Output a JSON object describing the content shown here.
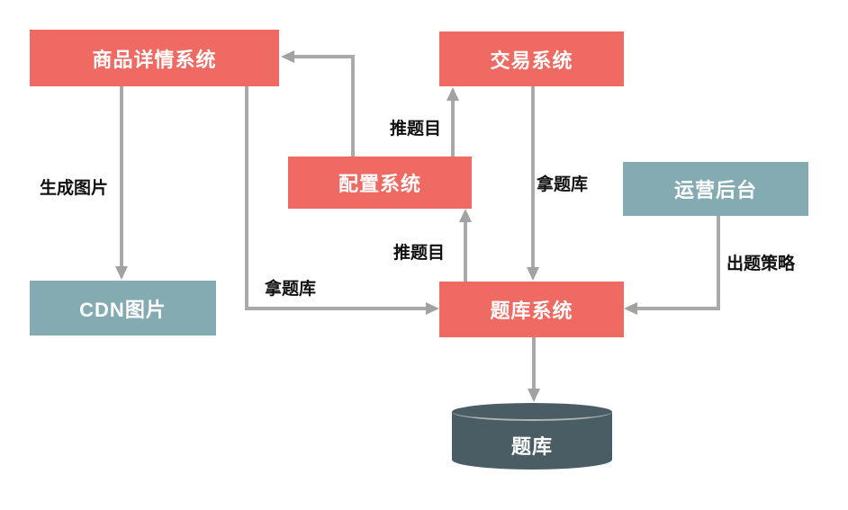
{
  "diagram": {
    "nodes": [
      {
        "id": "product-detail-system",
        "label": "商品详情系统",
        "color": "#ee6a62"
      },
      {
        "id": "trade-system",
        "label": "交易系统",
        "color": "#ee6a62"
      },
      {
        "id": "config-system",
        "label": "配置系统",
        "color": "#ee6a62"
      },
      {
        "id": "operations-admin",
        "label": "运营后台",
        "color": "#84abb2"
      },
      {
        "id": "cdn-images",
        "label": "CDN图片",
        "color": "#84abb2"
      },
      {
        "id": "question-bank-system",
        "label": "题库系统",
        "color": "#ee6a62"
      },
      {
        "id": "question-bank-db",
        "label": "题库",
        "color": "#4a5c64",
        "shape": "cylinder"
      }
    ],
    "edges": [
      {
        "from": "商品详情系统",
        "to": "CDN图片",
        "label": "生成图片"
      },
      {
        "from": "配置系统",
        "to": "商品详情系统",
        "label": ""
      },
      {
        "from": "配置系统",
        "to": "交易系统",
        "label": "推题目"
      },
      {
        "from": "交易系统",
        "to": "题库系统",
        "label": "拿题库"
      },
      {
        "from": "题库系统",
        "to": "配置系统",
        "label": "推题目"
      },
      {
        "from": "商品详情系统",
        "to": "题库系统",
        "label": "拿题库"
      },
      {
        "from": "运营后台",
        "to": "题库系统",
        "label": "出题策略"
      },
      {
        "from": "题库系统",
        "to": "题库",
        "label": ""
      }
    ]
  },
  "colors": {
    "node_red": "#ee6a62",
    "node_teal": "#84abb2",
    "node_dark": "#4a5c64",
    "line_gray": "#a9a9a9",
    "label_color": "#111111",
    "node_text": "#ffffff",
    "bg": "#ffffff"
  }
}
